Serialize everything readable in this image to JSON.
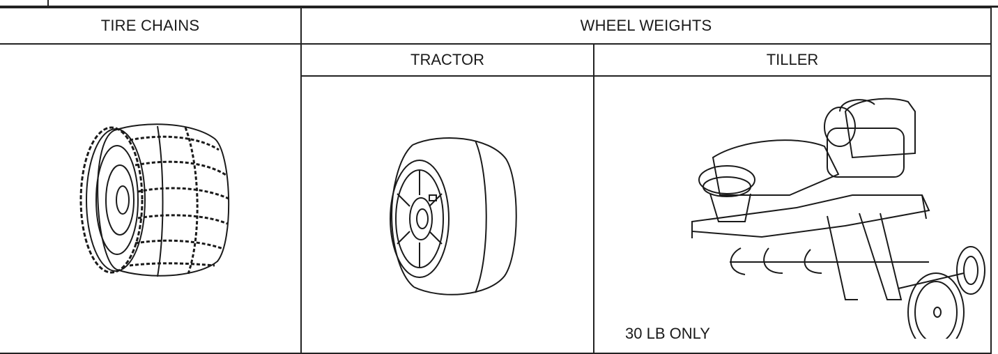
{
  "table": {
    "headers": {
      "tire_chains": "TIRE CHAINS",
      "wheel_weights": "WHEEL WEIGHTS"
    },
    "subheaders": {
      "tractor": "TRACTOR",
      "tiller": "TILLER"
    },
    "tiller_note": "30 LB ONLY"
  },
  "icons": {
    "tire_chains": "tire-chains-illustration",
    "tractor_weight": "tractor-wheel-weight-illustration",
    "tiller_weight": "tiller-wheel-weight-illustration"
  }
}
